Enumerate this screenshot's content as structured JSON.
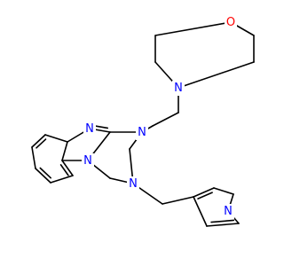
{
  "molecule": {
    "atoms": {
      "o1": {
        "label": "O",
        "color": "#ff0000"
      },
      "n_morph": {
        "label": "N",
        "color": "#0000ff"
      },
      "n1": {
        "label": "N",
        "color": "#0000ff"
      },
      "n_benz": {
        "label": "N",
        "color": "#0000ff"
      },
      "n_bridge": {
        "label": "N",
        "color": "#0000ff"
      },
      "n3": {
        "label": "N",
        "color": "#0000ff"
      },
      "n_pyr": {
        "label": "N",
        "color": "#0000ff"
      }
    },
    "bond_color": "#000000"
  }
}
